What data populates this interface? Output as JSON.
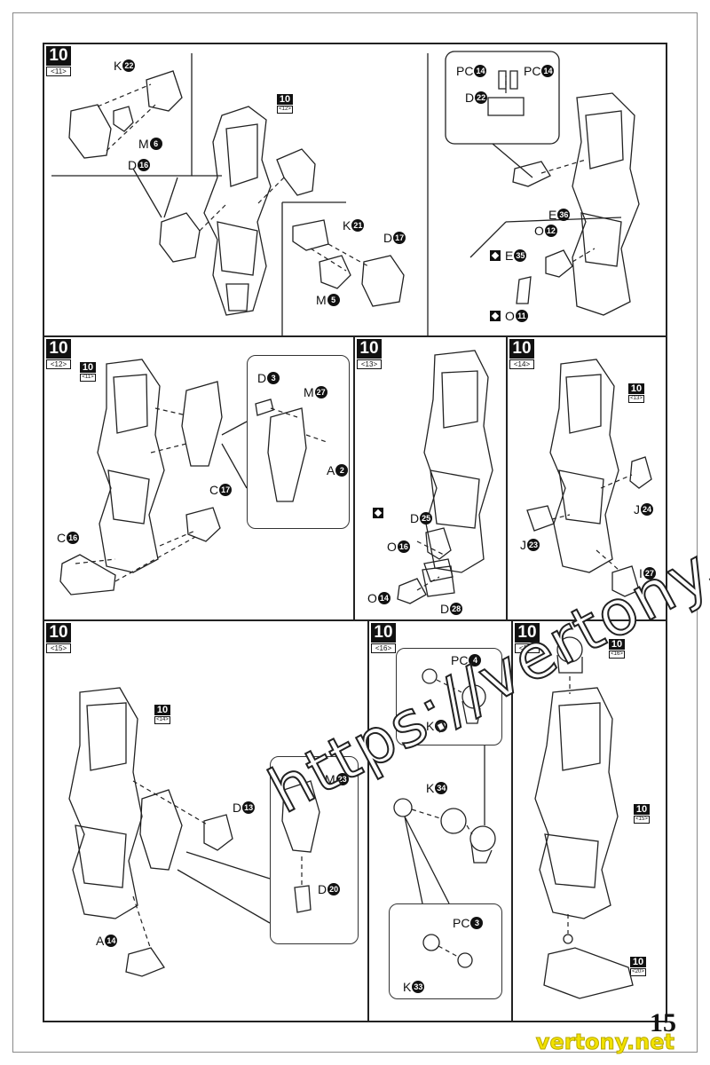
{
  "page_number": "15",
  "watermark": "https://vertony.net/",
  "brand": "vertony.net",
  "steps": [
    {
      "step": "10",
      "sub": "<11>",
      "ref": {
        "num": "10",
        "sub": "<12>"
      },
      "labels": {
        "k22": [
          "K",
          "22"
        ],
        "m6": [
          "M",
          "6"
        ],
        "d16": [
          "D",
          "16"
        ],
        "k21": [
          "K",
          "21"
        ],
        "d17": [
          "D",
          "17"
        ],
        "m5": [
          "M",
          "5"
        ],
        "pc14a": [
          "PC",
          "14"
        ],
        "pc14b": [
          "PC",
          "14"
        ],
        "d22": [
          "D",
          "22"
        ],
        "e36": [
          "E",
          "36"
        ],
        "o12": [
          "O",
          "12"
        ],
        "e35": [
          "E",
          "35"
        ],
        "o11": [
          "O",
          "11"
        ]
      }
    },
    {
      "step": "10",
      "sub": "<12>",
      "ref": {
        "num": "10",
        "sub": "<11>"
      },
      "labels": {
        "d3": [
          "D",
          "3"
        ],
        "m27": [
          "M",
          "27"
        ],
        "a2": [
          "A",
          "2"
        ],
        "c17": [
          "C",
          "17"
        ],
        "c16": [
          "C",
          "16"
        ]
      }
    },
    {
      "step": "10",
      "sub": "<13>",
      "labels": {
        "d25": [
          "D",
          "25"
        ],
        "o16": [
          "O",
          "16"
        ],
        "o14": [
          "O",
          "14"
        ],
        "d28": [
          "D",
          "28"
        ]
      }
    },
    {
      "step": "10",
      "sub": "<14>",
      "ref": {
        "num": "10",
        "sub": "<13>"
      },
      "labels": {
        "j24": [
          "J",
          "24"
        ],
        "j23": [
          "J",
          "23"
        ],
        "i27": [
          "I",
          "27"
        ]
      }
    },
    {
      "step": "10",
      "sub": "<15>",
      "ref": {
        "num": "10",
        "sub": "<14>"
      },
      "labels": {
        "d13": [
          "D",
          "13"
        ],
        "m23": [
          "M",
          "23"
        ],
        "d20": [
          "D",
          "20"
        ],
        "a14": [
          "A",
          "14"
        ]
      }
    },
    {
      "step": "10",
      "sub": "<16>",
      "labels": {
        "pc4": [
          "PC",
          "4"
        ],
        "k19": [
          "K",
          "19"
        ],
        "k34": [
          "K",
          "34"
        ],
        "pc3": [
          "PC",
          "3"
        ],
        "k33": [
          "K",
          "33"
        ]
      }
    },
    {
      "step": "10",
      "sub": "<17>",
      "ref": {
        "num": "10",
        "sub": "<16>"
      },
      "ref2": {
        "num": "10",
        "sub": "<15>"
      },
      "ref3": {
        "num": "10",
        "sub": "<20>"
      }
    }
  ]
}
